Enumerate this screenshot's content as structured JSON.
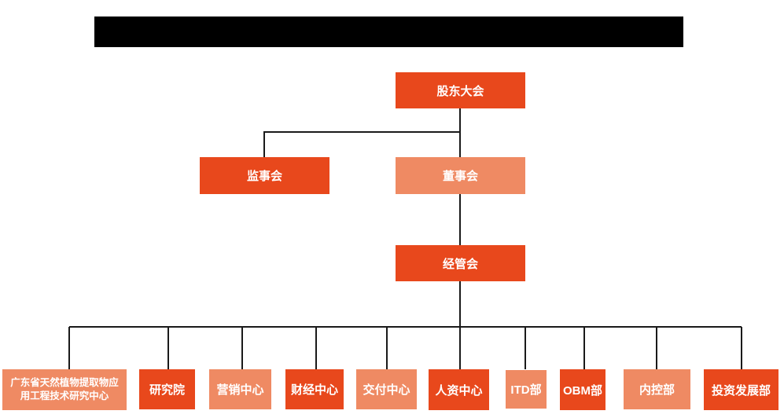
{
  "page": {
    "background": "#ffffff"
  },
  "colors": {
    "primary": "#e8481c",
    "secondary": "#ef8a63",
    "connector": "#1a1a1a",
    "redacted_bar": "#000000",
    "node_text": "#ffffff"
  },
  "org_chart": {
    "nodes": {
      "shareholders_meeting": {
        "label": "股东大会",
        "color": "#e8481c"
      },
      "supervisory_board": {
        "label": "监事会",
        "color": "#e8481c"
      },
      "board_of_directors": {
        "label": "董事会",
        "color": "#ef8a63"
      },
      "management_committee": {
        "label": "经管会",
        "color": "#e8481c"
      },
      "research_center": {
        "label": "广东省天然植物提取物应用工程技术研究中心",
        "color": "#ef8a63"
      },
      "research_institute": {
        "label": "研究院",
        "color": "#e8481c"
      },
      "marketing_center": {
        "label": "营销中心",
        "color": "#ef8a63"
      },
      "finance_center": {
        "label": "财经中心",
        "color": "#e8481c"
      },
      "delivery_center": {
        "label": "交付中心",
        "color": "#ef8a63"
      },
      "hr_center": {
        "label": "人资中心",
        "color": "#e8481c"
      },
      "itd_dept": {
        "label": "ITD部",
        "color": "#ef8a63"
      },
      "obm_dept": {
        "label": "OBM部",
        "color": "#e8481c"
      },
      "internal_control_dept": {
        "label": "内控部",
        "color": "#ef8a63"
      },
      "investment_dev_dept": {
        "label": "投资发展部",
        "color": "#e8481c"
      }
    }
  }
}
